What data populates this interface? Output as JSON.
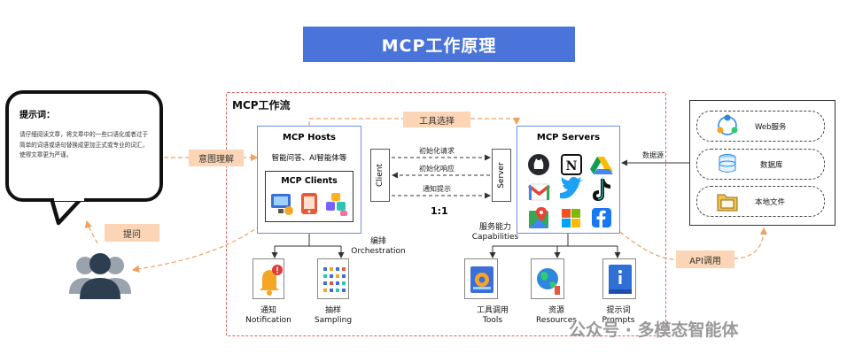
{
  "title": "MCP工作原理",
  "workflow": {
    "title": "MCP工作流"
  },
  "hosts": {
    "title": "MCP Hosts",
    "subtitle": "智能问答、AI智能体等",
    "clients_title": "MCP Clients"
  },
  "servers": {
    "title": "MCP Servers"
  },
  "client_label": "Client",
  "server_label": "Server",
  "messages": [
    "初始化请求",
    "初始化响应",
    "通知提示"
  ],
  "ratio": "1:1",
  "tool_select": "工具选择",
  "intent": "意图理解",
  "ask": "提问",
  "api_call": "API调用",
  "data_source": "数据源",
  "prompt_bubble": {
    "title": "提示词：",
    "text": "请仔细阅读文章，将文章中的一些口语化或者过于简单的词语或语句替换成更加正式或专业的词汇，使得文章更为严谨。"
  },
  "orchestration": {
    "line1": "编排",
    "line2": "Orchestration"
  },
  "capabilities": {
    "line1": "服务能力",
    "line2": "Capabilities"
  },
  "client_features": [
    {
      "cn": "通知",
      "en": "Notification",
      "icon": "bell-icon"
    },
    {
      "cn": "抽样",
      "en": "Sampling",
      "icon": "sampling-icon"
    }
  ],
  "server_features": [
    {
      "cn": "工具调用",
      "en": "Tools",
      "icon": "tools-icon"
    },
    {
      "cn": "资源",
      "en": "Resources",
      "icon": "resources-icon"
    },
    {
      "cn": "提示词",
      "en": "Prompts",
      "icon": "prompts-icon"
    }
  ],
  "data_sources": [
    {
      "label": "Web服务",
      "icon": "web-service-icon"
    },
    {
      "label": "数据库",
      "icon": "database-icon"
    },
    {
      "label": "本地文件",
      "icon": "local-files-icon"
    }
  ],
  "server_apps": [
    "github-icon",
    "notion-icon",
    "google-drive-icon",
    "gmail-icon",
    "twitter-icon",
    "tiktok-icon",
    "google-maps-icon",
    "microsoft-icon",
    "facebook-icon"
  ],
  "watermark": "公众号 · 多模态智能体",
  "colors": {
    "banner": "#4a74d9",
    "peach": "#fbd5b5",
    "frame": "#e06060",
    "box_border": "#6e8fe6",
    "flow_arrow": "#f0a060"
  }
}
